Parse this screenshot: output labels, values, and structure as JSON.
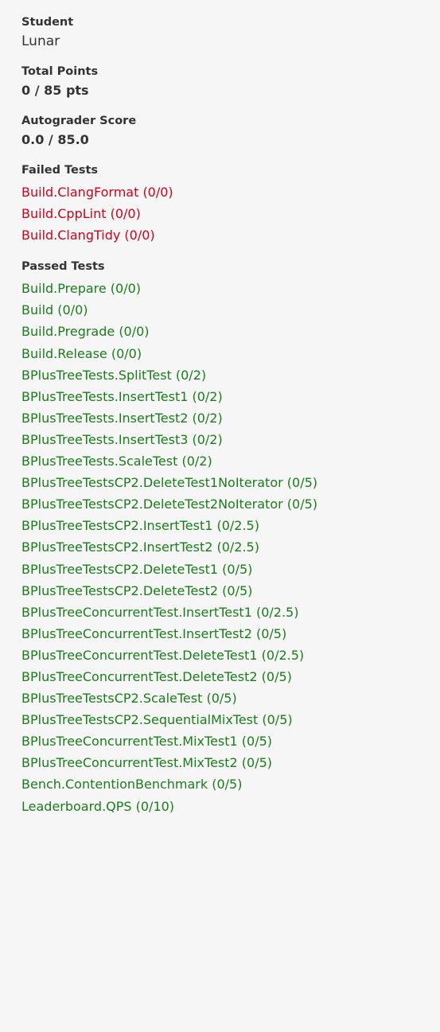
{
  "student": {
    "label": "Student",
    "value": "Lunar"
  },
  "total_points": {
    "label": "Total Points",
    "value": "0 / 85 pts"
  },
  "autograder": {
    "label": "Autograder Score",
    "value": "0.0 / 85.0"
  },
  "failed_tests": {
    "label": "Failed Tests",
    "items": [
      "Build.ClangFormat (0/0)",
      "Build.CppLint (0/0)",
      "Build.ClangTidy (0/0)"
    ],
    "color": "#d0021b"
  },
  "passed_tests": {
    "label": "Passed Tests",
    "items": [
      "Build.Prepare (0/0)",
      "Build (0/0)",
      "Build.Pregrade (0/0)",
      "Build.Release (0/0)",
      "BPlusTreeTests.SplitTest (0/2)",
      "BPlusTreeTests.InsertTest1 (0/2)",
      "BPlusTreeTests.InsertTest2 (0/2)",
      "BPlusTreeTests.InsertTest3 (0/2)",
      "BPlusTreeTests.ScaleTest (0/2)",
      "BPlusTreeTestsCP2.DeleteTest1NoIterator (0/5)",
      "BPlusTreeTestsCP2.DeleteTest2NoIterator (0/5)",
      "BPlusTreeTestsCP2.InsertTest1 (0/2.5)",
      "BPlusTreeTestsCP2.InsertTest2 (0/2.5)",
      "BPlusTreeTestsCP2.DeleteTest1 (0/5)",
      "BPlusTreeTestsCP2.DeleteTest2 (0/5)",
      "BPlusTreeConcurrentTest.InsertTest1 (0/2.5)",
      "BPlusTreeConcurrentTest.InsertTest2 (0/5)",
      "BPlusTreeConcurrentTest.DeleteTest1 (0/2.5)",
      "BPlusTreeConcurrentTest.DeleteTest2 (0/5)",
      "BPlusTreeTestsCP2.ScaleTest (0/5)",
      "BPlusTreeTestsCP2.SequentialMixTest (0/5)",
      "BPlusTreeConcurrentTest.MixTest1 (0/5)",
      "BPlusTreeConcurrentTest.MixTest2 (0/5)",
      "Bench.ContentionBenchmark (0/5)",
      "Leaderboard.QPS (0/10)"
    ],
    "color": "#1a7d1a"
  }
}
